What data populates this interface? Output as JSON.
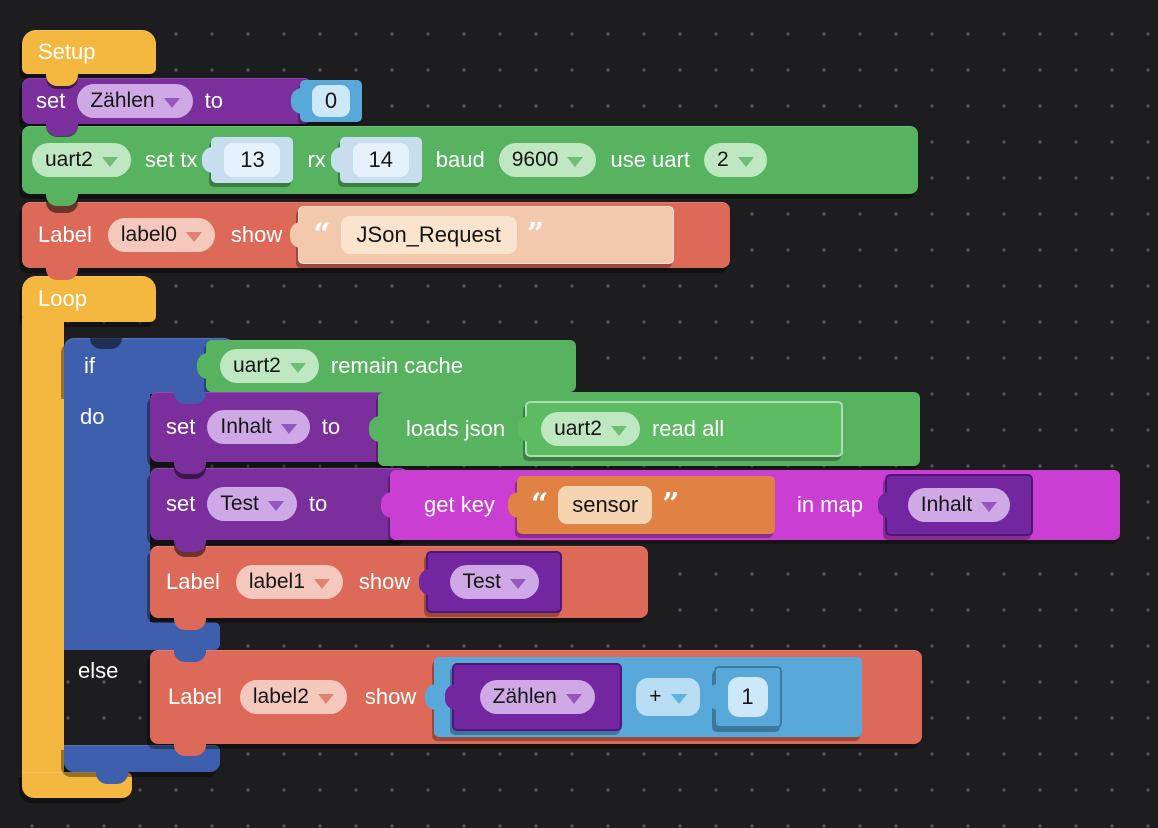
{
  "palette": {
    "background": "#1d1d1f",
    "hat_yellow": "#f4b73f",
    "variable_purple": "#7a2f9d",
    "uart_green": "#57b35f",
    "display_salmon": "#dd6a58",
    "logic_blue": "#3d5fae",
    "map_magenta": "#cb3ed2",
    "math_blue": "#58a9da",
    "string_orange": "#e08243"
  },
  "setup": {
    "hat": "Setup",
    "set_counter": {
      "set": "set",
      "var": "Zählen",
      "to": "to",
      "value": "0"
    },
    "uart": {
      "port": "uart2",
      "set_tx": "set tx",
      "tx": "13",
      "rx_label": "rx",
      "rx": "14",
      "baud_label": "baud",
      "baud": "9600",
      "use_uart": "use uart",
      "uart_no": "2"
    },
    "label0": {
      "label": "Label",
      "id": "label0",
      "show": "show",
      "oq": "“",
      "text": "JSon_Request",
      "cq": "”"
    }
  },
  "loop": {
    "hat": "Loop",
    "if_kw": "if",
    "do_kw": "do",
    "else_kw": "else",
    "condition": {
      "port": "uart2",
      "text": "remain cache"
    },
    "set_inhalt": {
      "set": "set",
      "var": "Inhalt",
      "to": "to"
    },
    "loads_json": {
      "kw": "loads json",
      "port": "uart2",
      "read_all": "read all"
    },
    "set_test": {
      "set": "set",
      "var": "Test",
      "to": "to"
    },
    "get_key": {
      "kw": "get key",
      "oq": "“",
      "key": "sensor",
      "cq": "”",
      "in_map": "in map",
      "map_var": "Inhalt"
    },
    "label1": {
      "label": "Label",
      "id": "label1",
      "show": "show",
      "var": "Test"
    },
    "label2": {
      "label": "Label",
      "id": "label2",
      "show": "show",
      "expr_var": "Zählen",
      "op": "+",
      "value": "1"
    }
  }
}
